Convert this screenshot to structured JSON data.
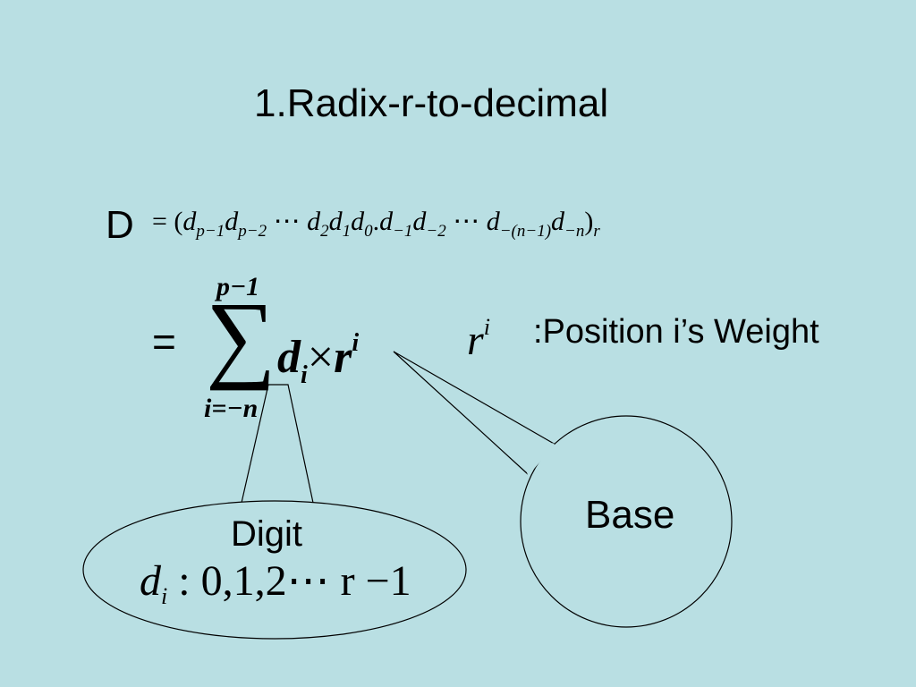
{
  "slide": {
    "title": "1.Radix-r-to-decimal",
    "d_label": "D",
    "expansion": {
      "open": "= (",
      "d": "d",
      "dot": ".",
      "cdots": "⋯",
      "close": ")",
      "subs": {
        "p1": "p−1",
        "p2": "p−2",
        "s2": "2",
        "s1": "1",
        "s0": "0",
        "m1": "−1",
        "m2": "−2",
        "mn1": "−(n−1)",
        "mn": "−n",
        "r": "r"
      }
    },
    "summation": {
      "equals": "=",
      "sigma": "∑",
      "upper": "p−1",
      "lower": "i=−n",
      "d": "d",
      "d_sub": "i",
      "times": "×",
      "r": "r",
      "r_sup": "i"
    },
    "weight": {
      "r": "r",
      "r_sup": "i",
      "label": ":Position i’s Weight"
    },
    "callout_base": {
      "label": "Base"
    },
    "callout_digit": {
      "label": "Digit",
      "d": "d",
      "d_sub": "i",
      "range": " : 0,1,2⋯ r −1"
    }
  }
}
